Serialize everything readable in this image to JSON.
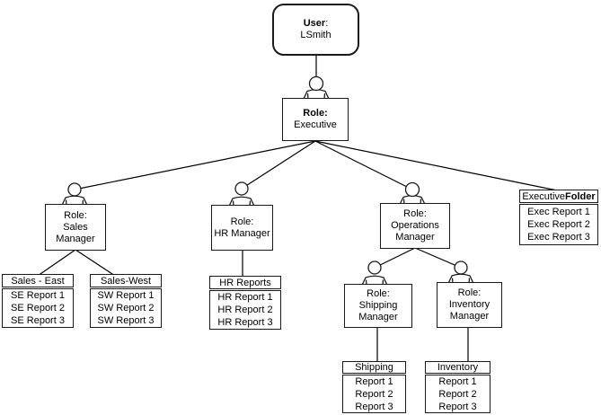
{
  "nodes": {
    "user": {
      "type_label": "User",
      "colon": ":",
      "name": "LSmith"
    },
    "executive": {
      "role_label": "Role:",
      "name": "Executive"
    },
    "sales_manager": {
      "text": "Role:\nSales\nManager"
    },
    "hr_manager": {
      "text": "Role:\nHR Manager"
    },
    "operations_manager": {
      "text": "Role:\nOperations\nManager"
    },
    "shipping_manager": {
      "text": "Role:\nShipping\nManager"
    },
    "inventory_manager": {
      "text": "Role:\nInventory\nManager"
    }
  },
  "folders": {
    "sales_east": {
      "title": "Sales - East",
      "reports": [
        "SE Report 1",
        "SE Report 2",
        "SE Report 3"
      ]
    },
    "sales_west": {
      "title": "Sales-West",
      "reports": [
        "SW Report 1",
        "SW Report 2",
        "SW Report 3"
      ]
    },
    "hr_reports": {
      "title": "HR Reports",
      "reports": [
        "HR Report 1",
        "HR Report 2",
        "HR Report 3"
      ]
    },
    "executive_folder": {
      "title_prefix": "Executive ",
      "title_bold": "Folder",
      "reports": [
        "Exec Report 1",
        "Exec Report 2",
        "Exec Report 3"
      ]
    },
    "shipping": {
      "title": "Shipping",
      "reports": [
        "Report 1",
        "Report 2",
        "Report 3"
      ]
    },
    "inventory": {
      "title": "Inventory",
      "reports": [
        "Report 1",
        "Report 2",
        "Report 3"
      ]
    }
  },
  "colors": {
    "line": "#000000",
    "box_border": "#1a1a1a",
    "background": "#ffffff",
    "text": "#000000"
  }
}
